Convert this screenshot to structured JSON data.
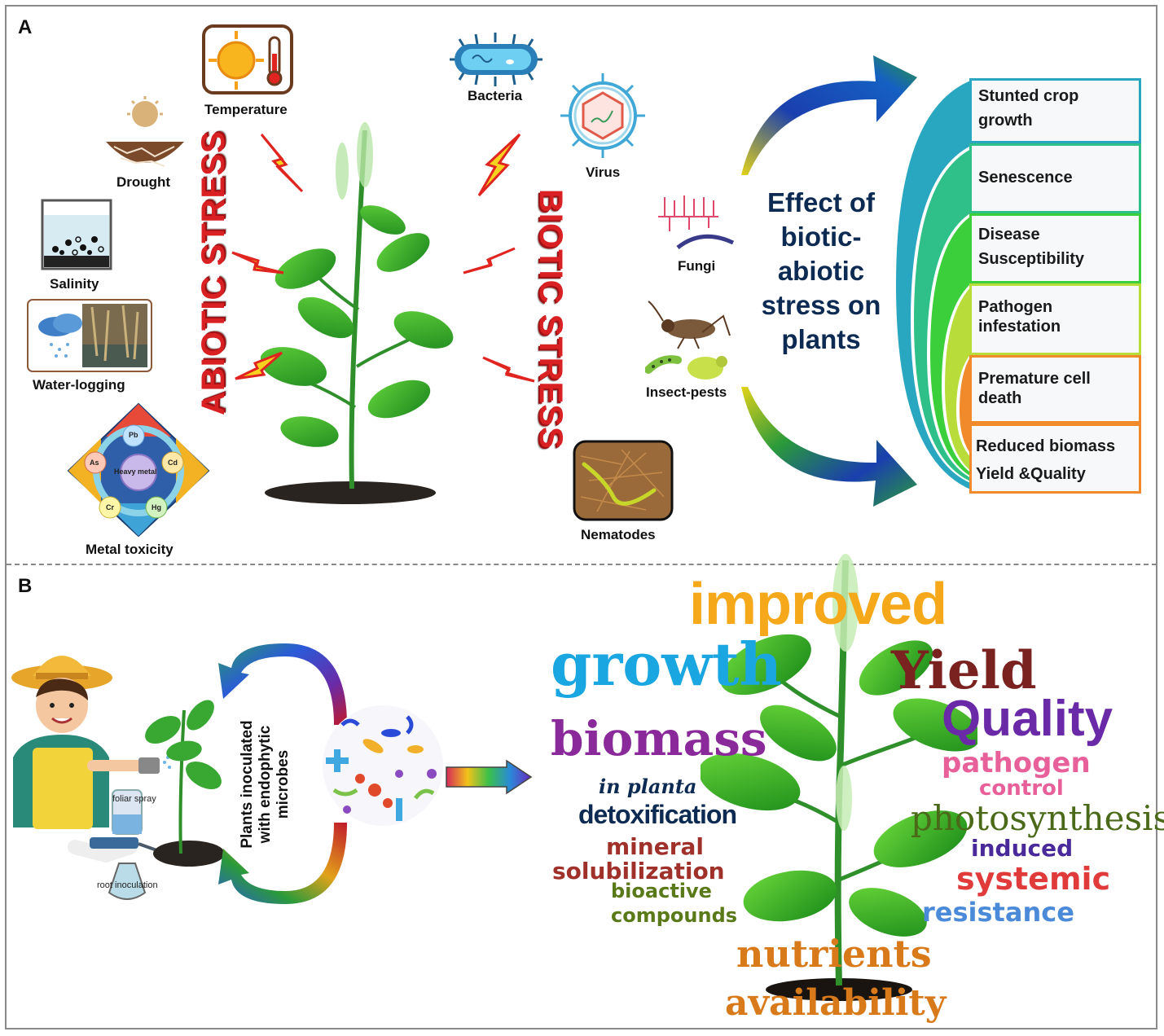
{
  "panel_a": {
    "letter": "A",
    "abiotic_label": "ABIOTIC STRESS",
    "biotic_label": "BIOTIC STRESS",
    "abiotic_factors": {
      "temperature": "Temperature",
      "drought": "Drought",
      "salinity": "Salinity",
      "water_logging": "Water-logging",
      "metal_toxicity": "Metal toxicity"
    },
    "metals": {
      "center": "Heavy metal",
      "pb": "Pb",
      "cd": "Cd",
      "hg": "Hg",
      "cr": "Cr",
      "as": "As"
    },
    "biotic_factors": {
      "bacteria": "Bacteria",
      "virus": "Virus",
      "fungi": "Fungi",
      "insect_pests": "Insect-pests",
      "nematodes": "Nematodes"
    },
    "effect_title": [
      "Effect of",
      "biotic-",
      "abiotic",
      "stress on",
      "plants"
    ],
    "effects": [
      [
        "Stunted crop",
        "growth"
      ],
      [
        "Senescence"
      ],
      [
        "Disease",
        "Susceptibility"
      ],
      [
        "Pathogen",
        "infestation"
      ],
      [
        "Premature cell",
        "death"
      ],
      [
        "Reduced biomass",
        "Yield &Quality"
      ]
    ],
    "effect_colors": [
      "#2aa7b5",
      "#2fc08a",
      "#3ccf3c",
      "#b8dd3a",
      "#f08a2a",
      "#f08a2a"
    ]
  },
  "panel_b": {
    "letter": "B",
    "cycle_label": [
      "Plants inoculated",
      "with endophytic",
      "microbes"
    ],
    "foliar_spray": "foliar spray",
    "root_inoculation": "root inoculation",
    "words": {
      "improved": "improved",
      "growth": "growth",
      "yield": "Yield",
      "quality": "Quality",
      "biomass": "biomass",
      "pathogen": "pathogen",
      "control": "control",
      "in_planta": "in planta",
      "detoxification": "detoxification",
      "photosynthesis": "photosynthesis",
      "mineral": "mineral",
      "induced": "induced",
      "solubilization": "solubilization",
      "systemic": "systemic",
      "bioactive": "bioactive",
      "compounds": "compounds",
      "resistance": "resistance",
      "nutrients": "nutrients",
      "availability": "availability"
    }
  }
}
